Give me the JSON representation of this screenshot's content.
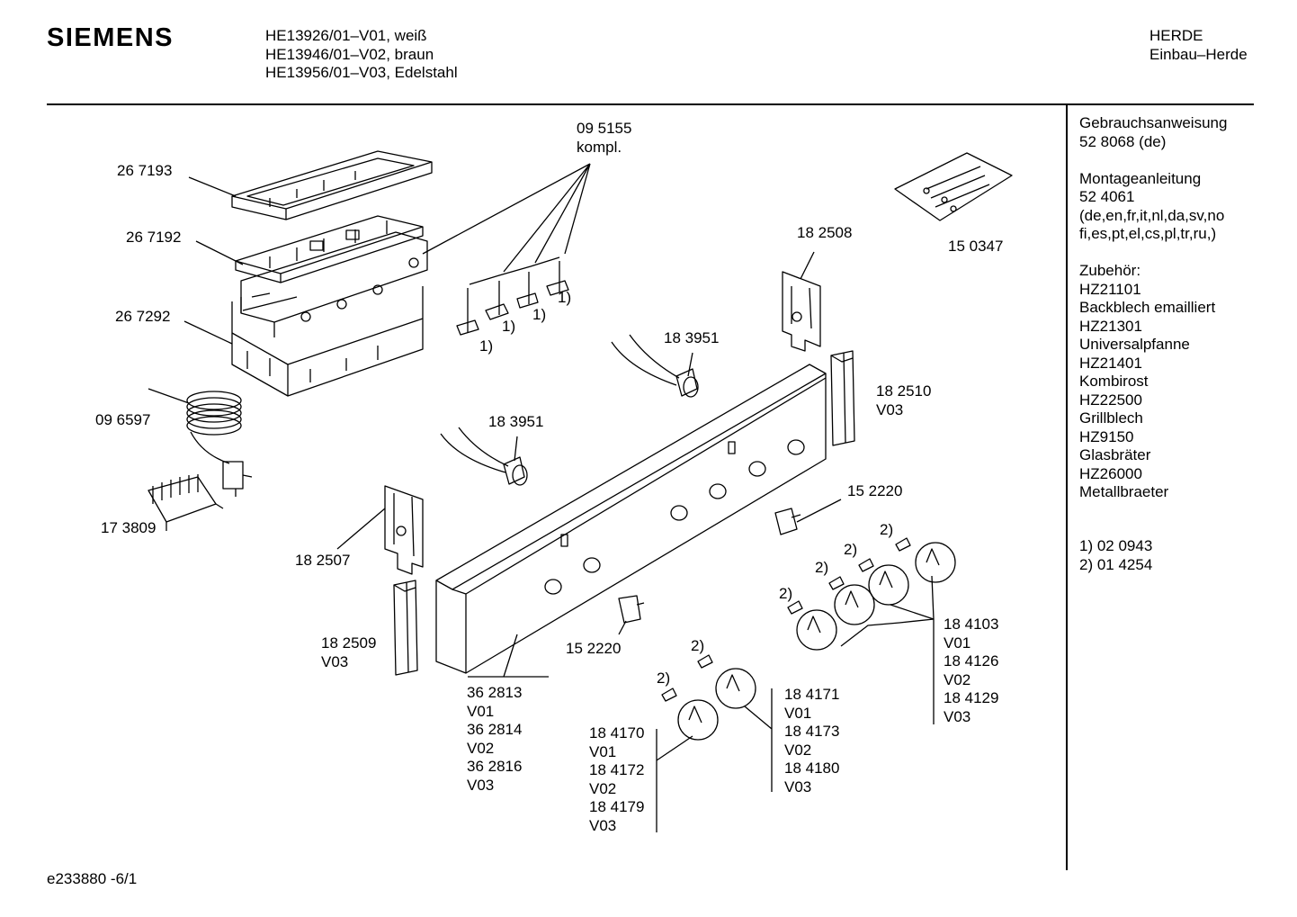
{
  "header": {
    "brand": "SIEMENS",
    "models": [
      "HE13926/01–V01, weiß",
      "HE13946/01–V02, braun",
      "HE13956/01–V03, Edelstahl"
    ],
    "category": "HERDE",
    "subcategory": "Einbau–Herde"
  },
  "sidebar": {
    "manual_title": "Gebrauchsanweisung",
    "manual_number": "52 8068 (de)",
    "assembly_title": "Montageanleitung",
    "assembly_number": "52 4061",
    "assembly_langs_1": "(de,en,fr,it,nl,da,sv,no",
    "assembly_langs_2": "fi,es,pt,el,cs,pl,tr,ru,)",
    "accessories_title": "Zubehör:",
    "accessories": [
      "HZ21101",
      "Backblech emailliert",
      "HZ21301",
      "Universalpfanne",
      "HZ21401",
      "Kombirost",
      "HZ22500",
      "Grillblech",
      "HZ9150",
      "Glasbräter",
      "HZ26000",
      "Metallbraeter"
    ],
    "footnotes": [
      "1) 02 0943",
      "2) 01 4254"
    ]
  },
  "parts": {
    "p267193": "26 7193",
    "p267192": "26 7192",
    "p267292": "26 7292",
    "p096597": "09 6597",
    "p173809": "17 3809",
    "p095155": "09 5155",
    "p095155_note": "kompl.",
    "fn1": "1)",
    "fn2": "2)",
    "p183951": "18 3951",
    "p182508": "18 2508",
    "p150347": "15 0347",
    "p182510": "18 2510",
    "p182507": "18 2507",
    "p182509": "18 2509",
    "p152220": "15 2220",
    "v01": "V01",
    "v02": "V02",
    "v03": "V03",
    "p362813": "36 2813",
    "p362814": "36 2814",
    "p362816": "36 2816",
    "p184170": "18 4170",
    "p184172": "18 4172",
    "p184179": "18 4179",
    "p184171": "18 4171",
    "p184173": "18 4173",
    "p184180": "18 4180",
    "p184103": "18 4103",
    "p184126": "18 4126",
    "p184129": "18 4129"
  },
  "footer": {
    "doc_id": "e233880 -6/1"
  }
}
